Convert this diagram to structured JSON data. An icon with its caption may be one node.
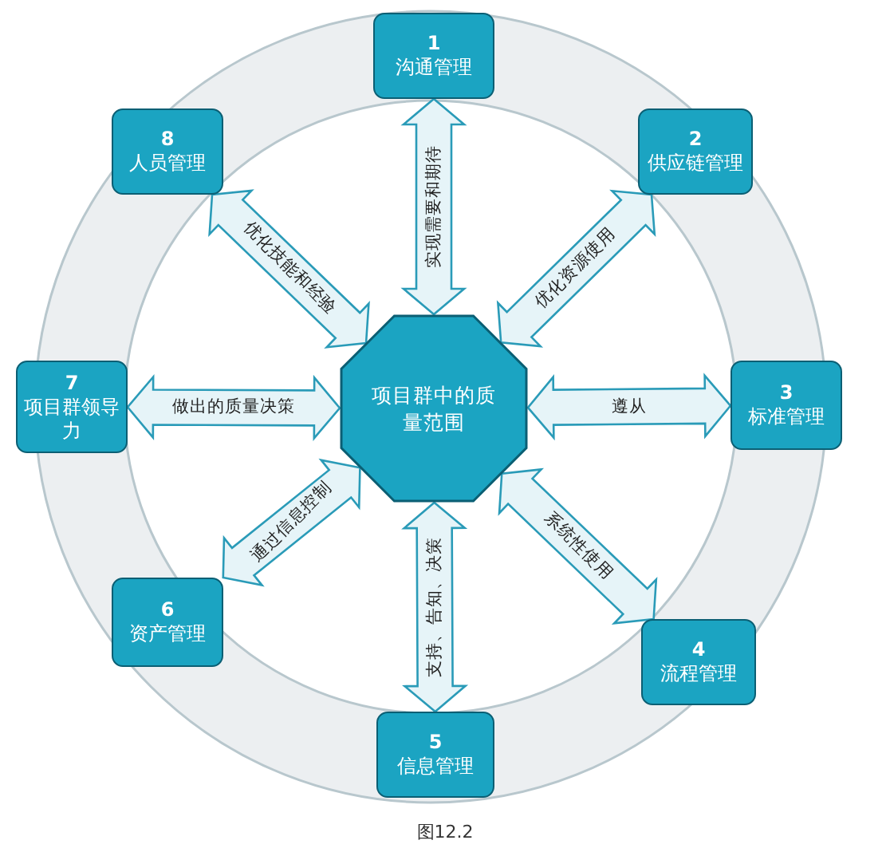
{
  "diagram": {
    "caption": "图12.2",
    "nodes": [
      {
        "text": [
          "1",
          "沟通管理"
        ]
      },
      {
        "text": [
          "2",
          "供应链管理"
        ]
      },
      {
        "text": [
          "3",
          "标准管理"
        ]
      },
      {
        "text": [
          "4",
          "流程管理"
        ]
      },
      {
        "text": [
          "5",
          "信息管理"
        ]
      },
      {
        "text": [
          "6",
          "资产管理"
        ]
      },
      {
        "text": [
          "7",
          "项目群领导力"
        ]
      },
      {
        "text": [
          "8",
          "人员管理"
        ]
      },
      {
        "text": [
          "项目群中的质量范围"
        ]
      }
    ],
    "edges": [
      {
        "from": 8,
        "to": 0,
        "arrow": "both",
        "label": "实现需要和期待"
      },
      {
        "from": 8,
        "to": 1,
        "arrow": "both",
        "label": "优化资源使用"
      },
      {
        "from": 8,
        "to": 2,
        "arrow": "both",
        "label": "遵从"
      },
      {
        "from": 8,
        "to": 3,
        "arrow": "both",
        "label": "系统性使用"
      },
      {
        "from": 8,
        "to": 4,
        "arrow": "both",
        "label": "支持、告知、决策"
      },
      {
        "from": 8,
        "to": 5,
        "arrow": "both",
        "label": "通过信息控制"
      },
      {
        "from": 8,
        "to": 6,
        "arrow": "both",
        "label": "做出的质量决策"
      },
      {
        "from": 8,
        "to": 7,
        "arrow": "both",
        "label": "优化技能和经验"
      }
    ]
  }
}
